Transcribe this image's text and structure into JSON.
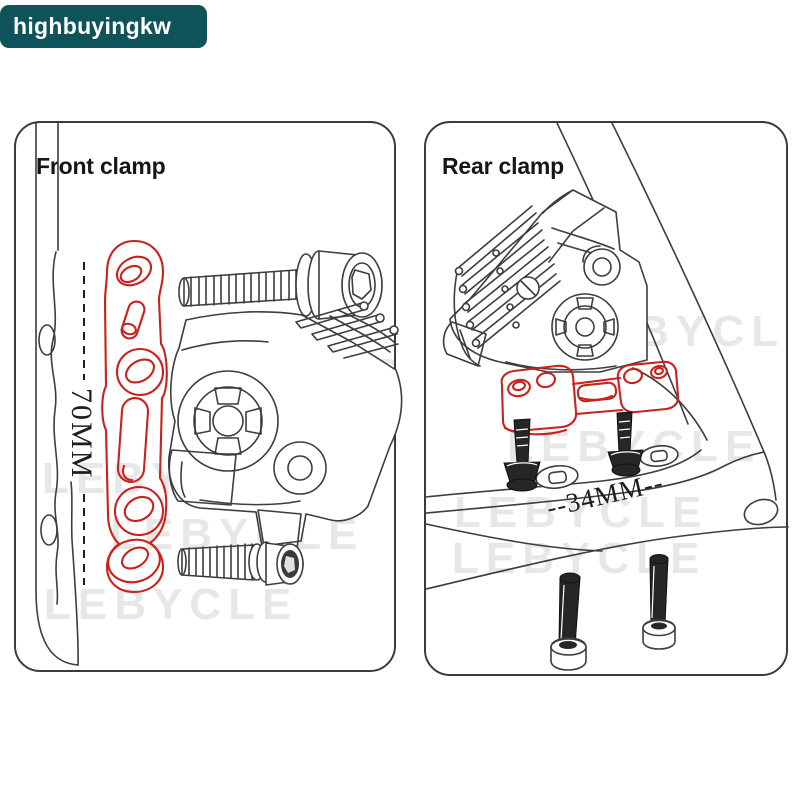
{
  "badge": {
    "seller": "highbuyingkw"
  },
  "front_panel": {
    "title": "Front clamp",
    "dimension": "70MM"
  },
  "rear_panel": {
    "title": "Rear clamp",
    "dimension": "--34MM--"
  },
  "watermark": {
    "text": "LEBYCLE"
  },
  "colors": {
    "badge_bg": "#0d5359",
    "badge_text": "#ffffff",
    "line": "#3d3d3d",
    "adapter_red": "#c9211e",
    "bolt_dark": "#262626",
    "panel_border": "#3b3b3b"
  }
}
